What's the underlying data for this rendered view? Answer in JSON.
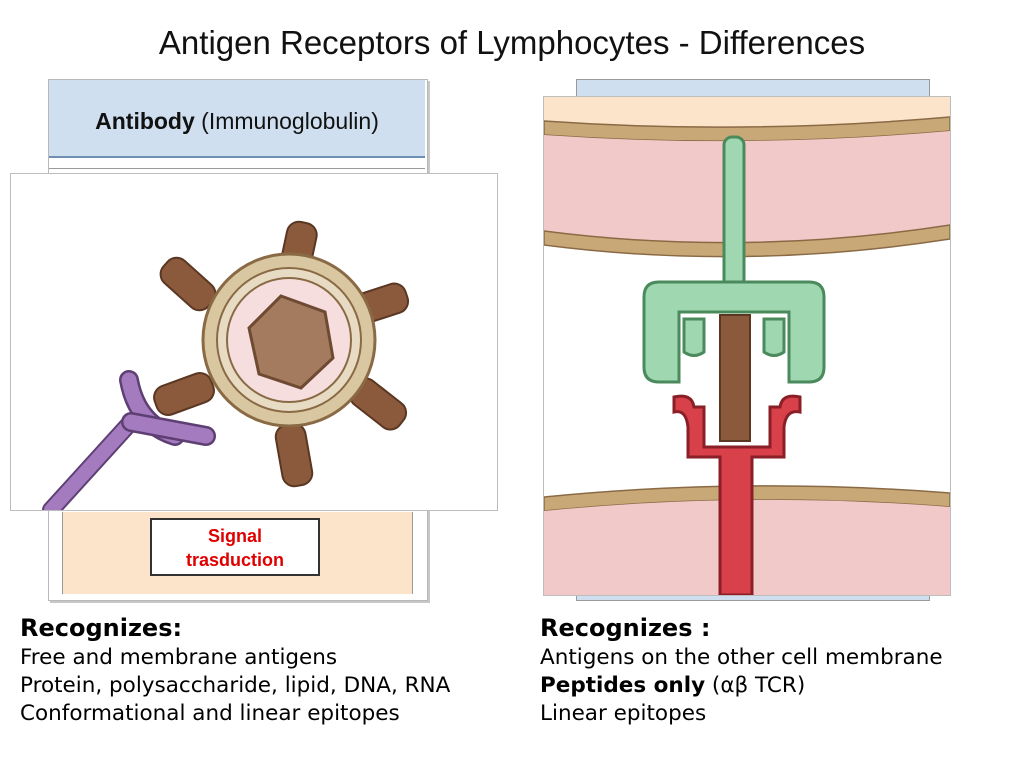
{
  "title": "Antigen Receptors of Lymphocytes - Differences",
  "left_panel": {
    "header_bold": "Antibody",
    "header_rest": " (Immunoglobulin)",
    "signal_line1": "Signal",
    "signal_line2": "trasduction"
  },
  "left_text": {
    "heading": "Recognizes:",
    "lines": [
      "Free and membrane antigens",
      "Protein, polysaccharide, lipid, DNA, RNA",
      "Conformational and linear epitopes"
    ]
  },
  "right_text": {
    "heading": "Recognizes :",
    "line1": "Antigens on the other cell membrane",
    "line2_bold": "Peptides only",
    "line2_rest": " (αβ TCR)",
    "line3": "Linear epitopes"
  },
  "colors": {
    "header_blue": "#cfdff0",
    "signal_red": "#e00000",
    "membrane_pink": "#f2c9c9",
    "membrane_tan": "#c9a877",
    "tcr_green": "#9fd8b0",
    "tcr_red": "#d8404a",
    "antigen_brown": "#8b5a3c",
    "antibody_purple": "#a57bbf"
  }
}
